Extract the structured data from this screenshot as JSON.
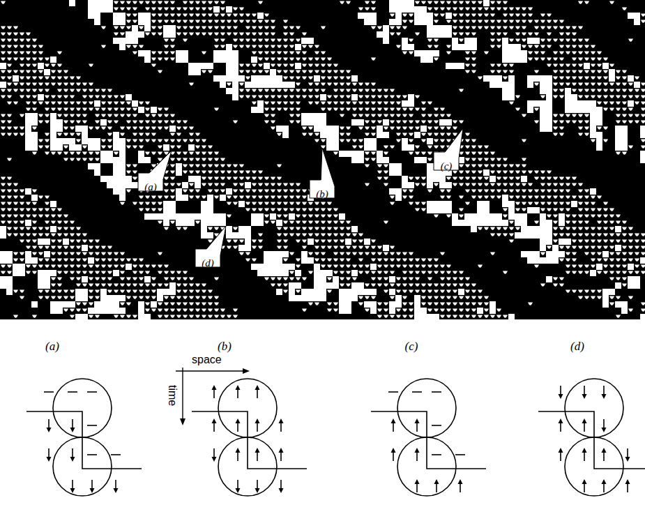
{
  "diagram": {
    "labels": [
      "(a)",
      "(b)",
      "(c)",
      "(d)",
      "(a)",
      "(b)",
      "(c)",
      "(d)",
      "space",
      "time"
    ]
  }
}
